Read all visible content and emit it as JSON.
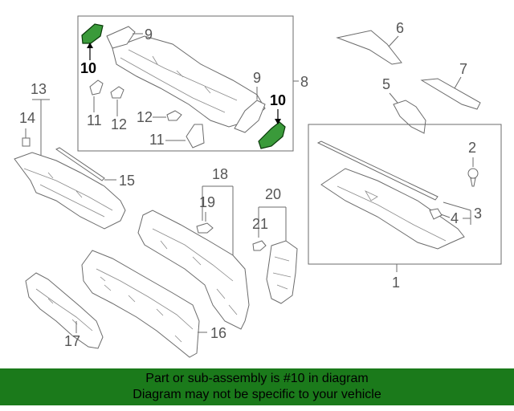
{
  "callouts": {
    "c1": "1",
    "c2": "2",
    "c3": "3",
    "c4": "4",
    "c5": "5",
    "c6": "6",
    "c7": "7",
    "c8": "8",
    "c9a": "9",
    "c9b": "9",
    "c10a": "10",
    "c10b": "10",
    "c11a": "11",
    "c11b": "11",
    "c12a": "12",
    "c12b": "12",
    "c13": "13",
    "c14": "14",
    "c15": "15",
    "c16": "16",
    "c17": "17",
    "c18": "18",
    "c19": "19",
    "c20": "20",
    "c21": "21"
  },
  "banner": {
    "line1": "Part or sub-assembly is #10 in diagram",
    "line2": "Diagram may not be specific to your vehicle"
  },
  "colors": {
    "highlight": "#3a9a3a",
    "banner": "#1b7a1b"
  }
}
